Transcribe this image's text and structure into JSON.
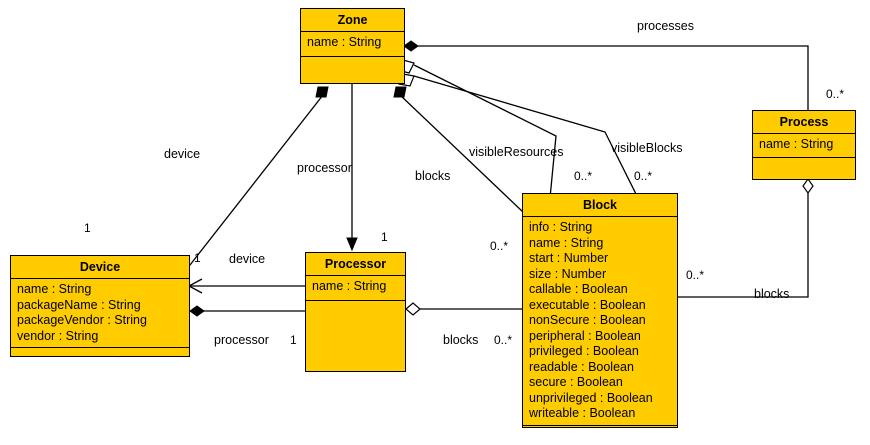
{
  "diagram": {
    "type": "uml-class-diagram",
    "background": "#ffffff",
    "class_fill": "#FFCC00",
    "stroke": "#000000"
  },
  "classes": [
    {
      "id": "zone",
      "name": "Zone",
      "attributes": [
        "name : String"
      ],
      "operations": []
    },
    {
      "id": "process",
      "name": "Process",
      "attributes": [
        "name : String"
      ],
      "operations": []
    },
    {
      "id": "device",
      "name": "Device",
      "attributes": [
        "name : String",
        "packageName : String",
        "packageVendor : String",
        "vendor : String"
      ],
      "operations": []
    },
    {
      "id": "processor",
      "name": "Processor",
      "attributes": [
        "name : String"
      ],
      "operations": []
    },
    {
      "id": "block",
      "name": "Block",
      "attributes": [
        "info : String",
        "name : String",
        "start : Number",
        "size : Number",
        "callable : Boolean",
        "executable : Boolean",
        "nonSecure : Boolean",
        "peripheral : Boolean",
        "privileged : Boolean",
        "readable : Boolean",
        "secure : Boolean",
        "unprivileged : Boolean",
        "writeable : Boolean"
      ],
      "operations": []
    }
  ],
  "edge_labels": [
    {
      "id": "processes",
      "text": "processes"
    },
    {
      "id": "visible-resources",
      "text": "visibleResources"
    },
    {
      "id": "visible-blocks",
      "text": "visibleBlocks"
    },
    {
      "id": "zone-blocks",
      "text": "blocks"
    },
    {
      "id": "zone-device",
      "text": "device"
    },
    {
      "id": "zone-processor",
      "text": "processor"
    },
    {
      "id": "device-processor-device",
      "text": "device"
    },
    {
      "id": "device-processor-processor",
      "text": "processor"
    },
    {
      "id": "processor-blocks",
      "text": "blocks"
    },
    {
      "id": "process-blocks",
      "text": "blocks"
    }
  ],
  "multiplicities": [
    {
      "id": "process-end",
      "text": "0..*"
    },
    {
      "id": "visible-resources-end",
      "text": "0..*"
    },
    {
      "id": "visible-blocks-end",
      "text": "0..*"
    },
    {
      "id": "zone-blocks-end",
      "text": "0..*"
    },
    {
      "id": "zone-device-end",
      "text": "1"
    },
    {
      "id": "zone-processor-end",
      "text": "1"
    },
    {
      "id": "device-end",
      "text": "1"
    },
    {
      "id": "processor-device-end",
      "text": "1"
    },
    {
      "id": "processor-end",
      "text": "1"
    },
    {
      "id": "processor-blocks-end",
      "text": "0..*"
    },
    {
      "id": "process-blocks-end",
      "text": "0..*"
    }
  ]
}
